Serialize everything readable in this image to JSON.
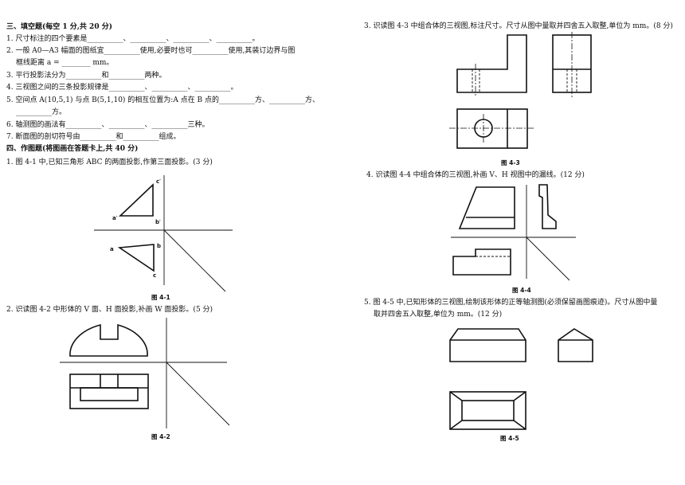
{
  "section3": {
    "heading": "三、填空题(每空 1 分,共 20 分)",
    "q1": "1. 尺寸标注的四个要素是__________、__________、__________、__________。",
    "q2a": "2. 一般 A0—A3 幅面的图纸宜__________使用,必要时也可__________使用,其装订边界与图",
    "q2b": "框线距离 a = ________ mm。",
    "q3": "3. 平行投影法分为__________和__________两种。",
    "q4": "4. 三视图之间的三条投影规律是__________、__________、__________。",
    "q5a": "5. 空间点 A(10,5,1) 与点 B(5,1,10) 的相互位置为:A 点在 B 点的__________方、__________方、",
    "q5b": "__________方。",
    "q6": "6. 轴测图的画法有__________、__________、__________三种。",
    "q7": "7. 断面图的剖切符号由__________和__________组成。"
  },
  "section4": {
    "heading": "四、作图题(将图画在答题卡上,共 40 分)",
    "q1": "1. 图 4-1 中,已知三角形 ABC 的两面投影,作第三面投影。(3 分)",
    "q2": "2. 识读图 4-2 中形体的 V 面、H 面投影,补画 W 面投影。(5 分)",
    "q3": "3. 识读图 4-3 中组合体的三视图,标注尺寸。尺寸从图中量取并四舍五入取整,单位为 mm。(8 分)",
    "q4": "4. 识读图 4-4 中组合体的三视图,补画 V、H 视图中的漏线。(12 分)",
    "q5a": "5. 图 4-5 中,已知形体的三视图,绘制该形体的正等轴测图(必须保留画图痕迹)。尺寸从图中量",
    "q5b": "取并四舍五入取整,单位为 mm。(12 分)"
  },
  "figure_labels": {
    "f1": "图 4-1",
    "f2": "图 4-2",
    "f3": "图 4-3",
    "f4": "图 4-4",
    "f5": "图 4-5"
  },
  "point_labels": {
    "c_prime": "c′",
    "a_prime": "a′",
    "b_prime": "b′",
    "a": "a",
    "b": "b",
    "c": "c"
  }
}
